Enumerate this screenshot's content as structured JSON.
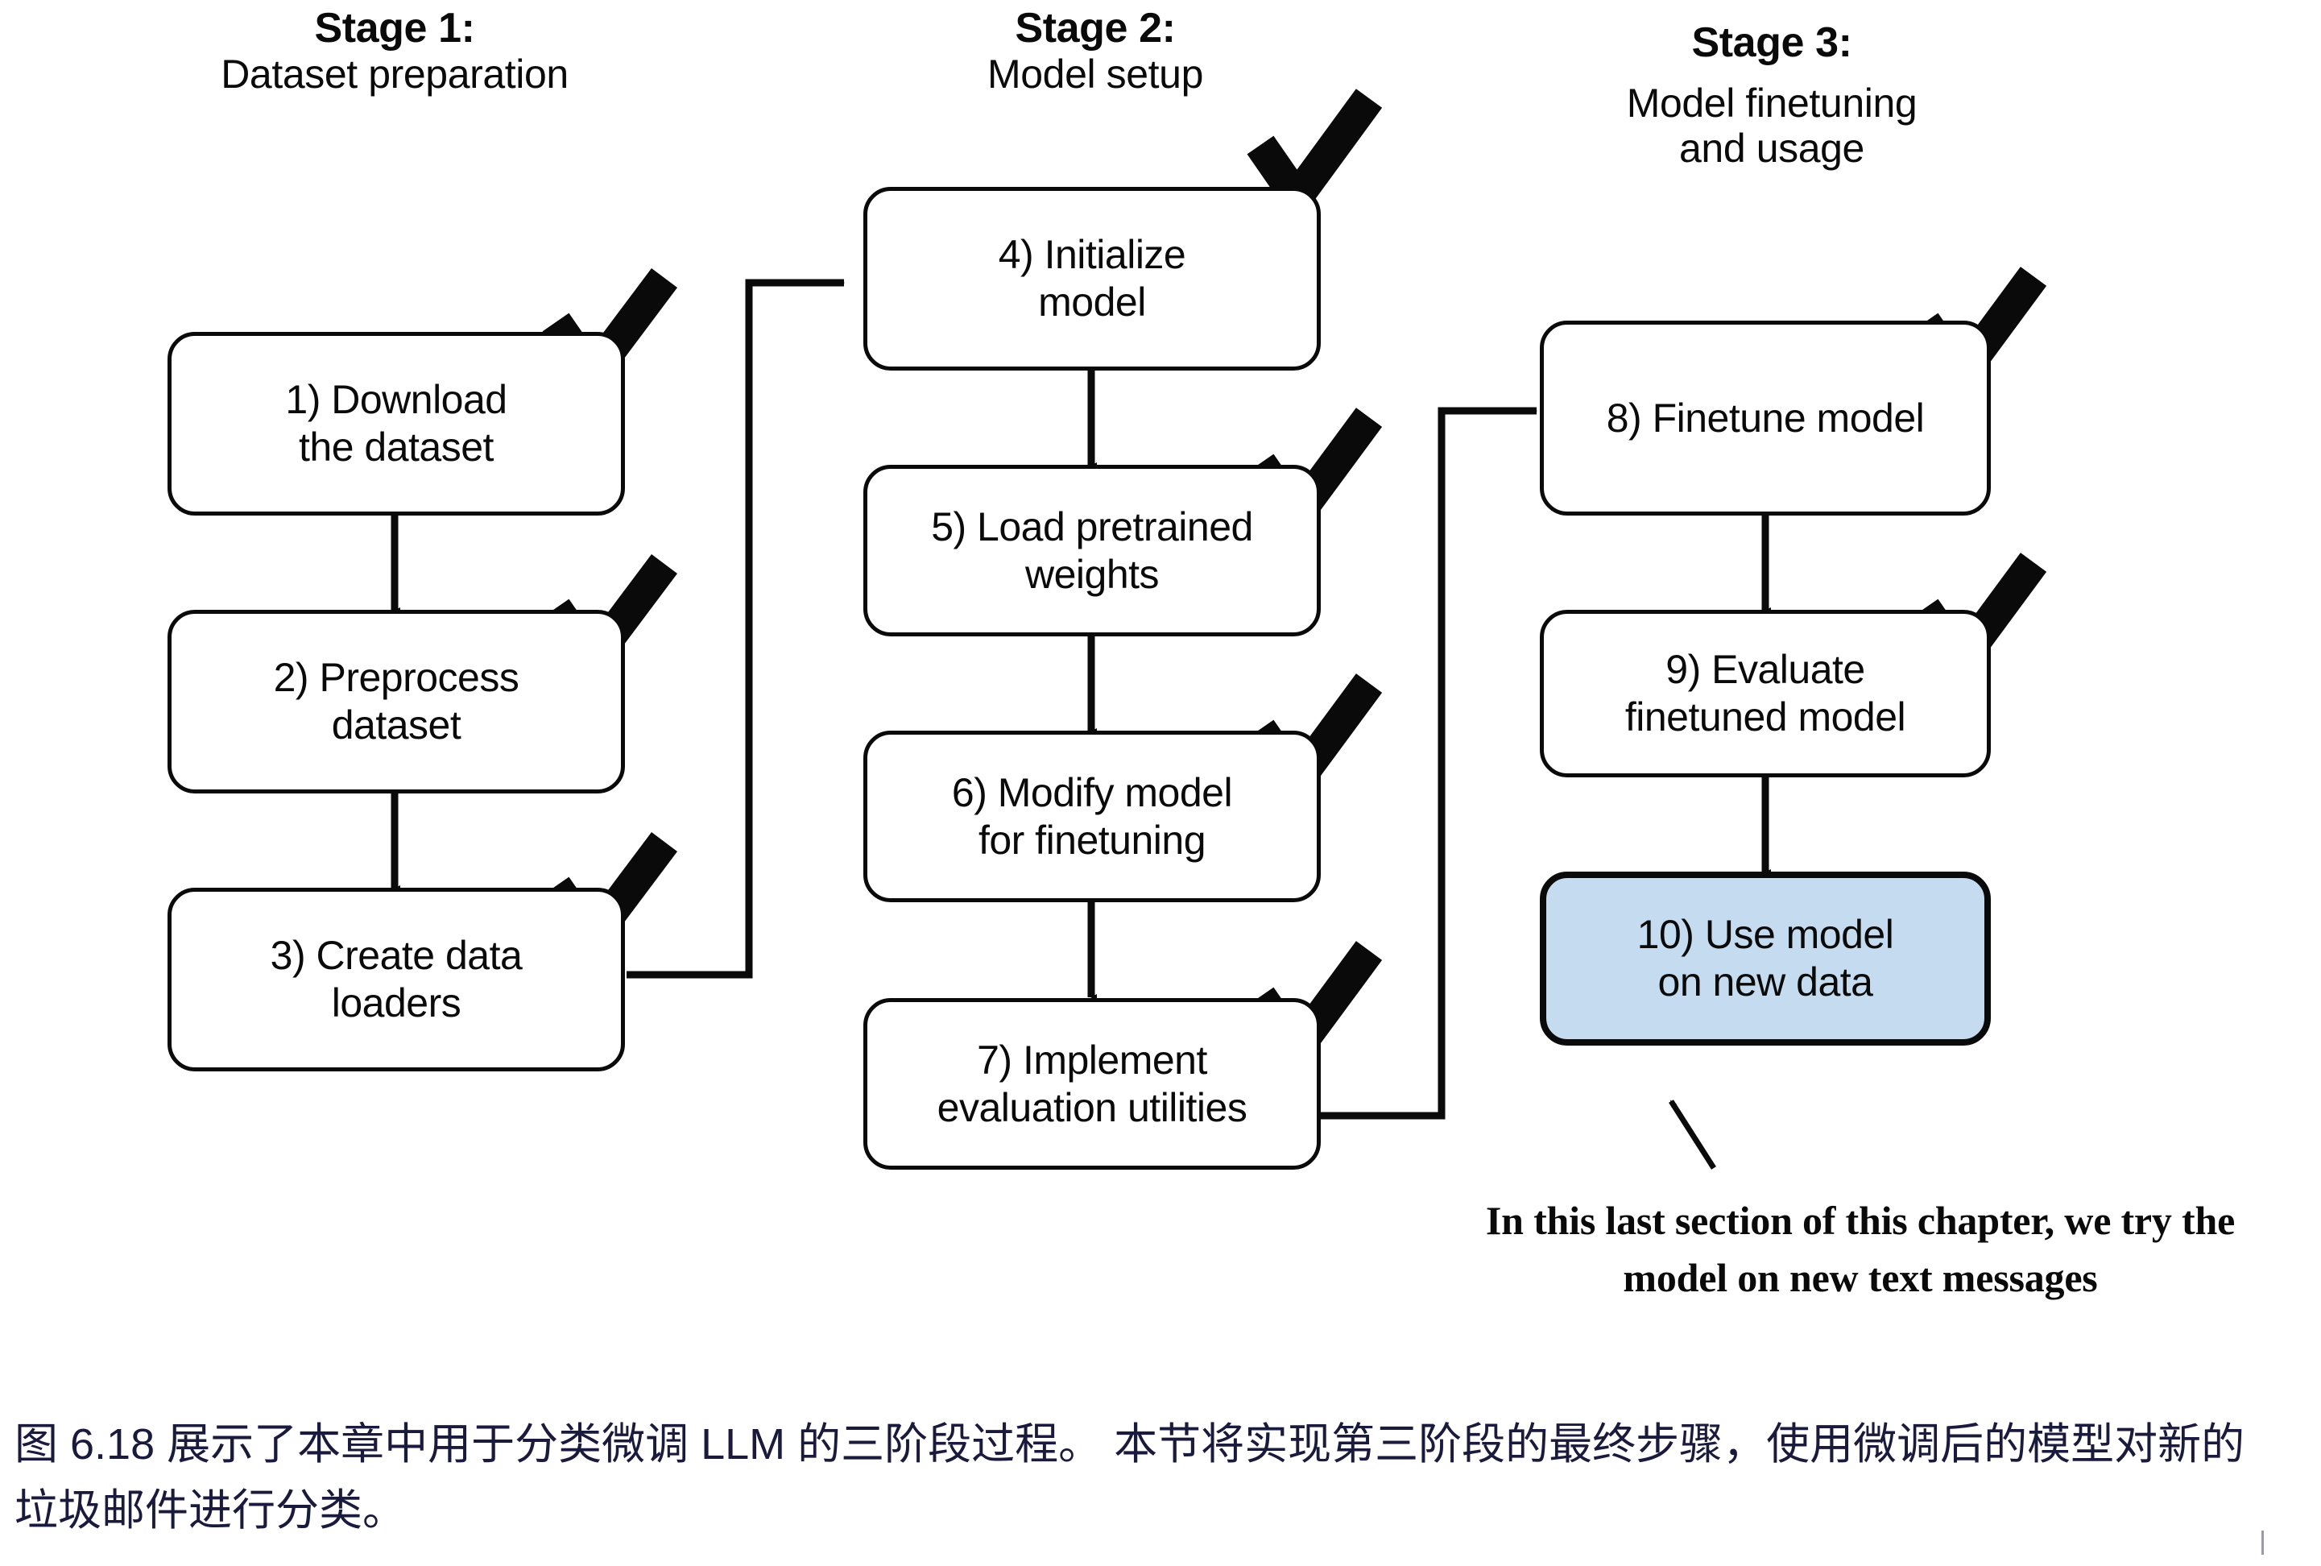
{
  "figure": {
    "stages": [
      {
        "id": "stage-1",
        "title": "Stage 1:",
        "subtitle": "Dataset preparation",
        "steps": [
          {
            "num": "1",
            "label": "1) Download\nthe dataset",
            "checked": true
          },
          {
            "num": "2",
            "label": "2) Preprocess\ndataset",
            "checked": true
          },
          {
            "num": "3",
            "label": "3) Create data\nloaders",
            "checked": true
          }
        ]
      },
      {
        "id": "stage-2",
        "title": "Stage 2:",
        "subtitle": "Model setup",
        "steps": [
          {
            "num": "4",
            "label": "4) Initialize\nmodel",
            "checked": true
          },
          {
            "num": "5",
            "label": "5) Load pretrained\nweights",
            "checked": true
          },
          {
            "num": "6",
            "label": "6) Modify model\nfor finetuning",
            "checked": true
          },
          {
            "num": "7",
            "label": "7) Implement\nevaluation utilities",
            "checked": true
          }
        ]
      },
      {
        "id": "stage-3",
        "title": "Stage 3:",
        "subtitle": "Model finetuning\nand usage",
        "steps": [
          {
            "num": "8",
            "label": "8) Finetune model",
            "checked": true
          },
          {
            "num": "9",
            "label": "9) Evaluate\nfinetuned model",
            "checked": true
          },
          {
            "num": "10",
            "label": "10) Use model\non new data",
            "checked": false,
            "highlight": true
          }
        ]
      }
    ],
    "annotation": "In this last section of this chapter, we try the\nmodel on new text messages",
    "colors": {
      "stroke": "#0a0a0a",
      "highlight_fill": "#c5dbef",
      "caption_text": "#1a1a3c",
      "page_background": "#ffffff"
    }
  },
  "caption": {
    "text": "图 6.18 展示了本章中用于分类微调 LLM 的三阶段过程。 本节将实现第三阶段的最终步骤，使用微调后的模型对新的垃圾邮件进行分类。"
  }
}
